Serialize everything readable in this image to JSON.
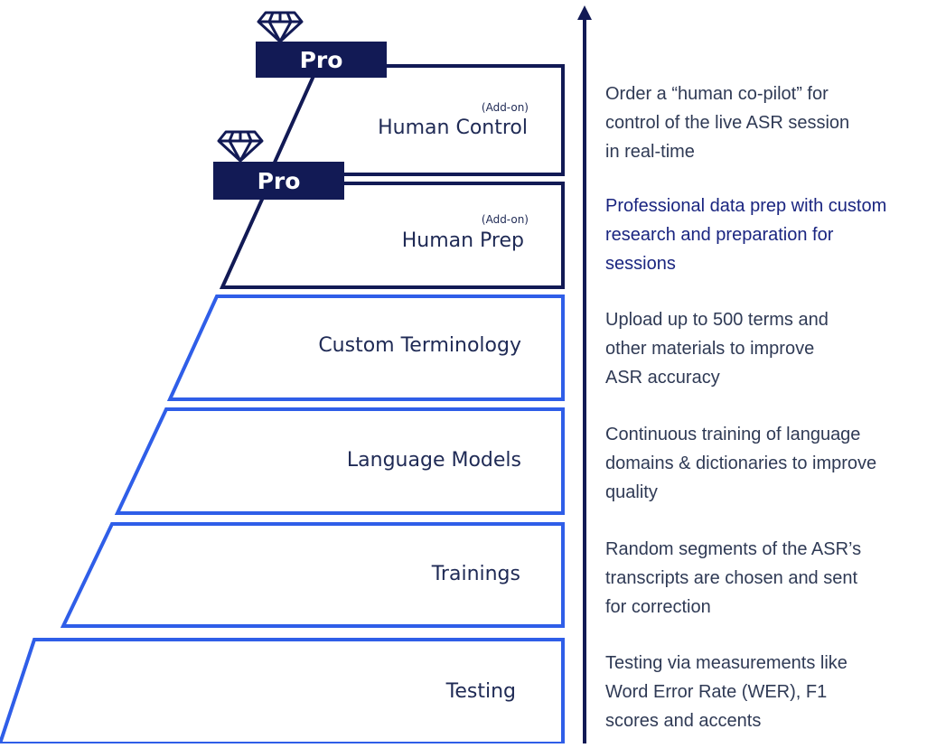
{
  "tiers": [
    {
      "id": "human-control",
      "badge": "Pro",
      "addon": "(Add-on)",
      "label": "Human Control",
      "description": [
        "Order a “human co-pilot” for",
        "control of the live ASR session",
        "in real-time"
      ]
    },
    {
      "id": "human-prep",
      "badge": "Pro",
      "addon": "(Add-on)",
      "label": "Human Prep",
      "description": [
        "Professional data prep with custom",
        "research and preparation for",
        "sessions"
      ]
    },
    {
      "id": "custom-terminology",
      "label": "Custom Terminology",
      "description": [
        "Upload up to 500 terms and",
        "other materials to improve",
        "ASR accuracy"
      ]
    },
    {
      "id": "language-models",
      "label": "Language Models",
      "description": [
        "Continuous training of language",
        "domains & dictionaries to improve",
        "quality"
      ]
    },
    {
      "id": "trainings",
      "label": "Trainings",
      "description": [
        "Random segments of the ASR’s",
        "transcripts are chosen and sent",
        "for correction"
      ]
    },
    {
      "id": "testing",
      "label": "Testing",
      "description": [
        "Testing via measurements like",
        "Word Error Rate (WER), F1",
        "scores and accents"
      ]
    }
  ],
  "colors": {
    "navy": "#121a55",
    "blue": "#2f5ee8",
    "text": "#1f2a55",
    "description_navy": "#1a2580",
    "description_gray": "#2f3a55"
  },
  "icons": {
    "badge": "diamond-icon",
    "axis": "up-arrow-icon"
  }
}
